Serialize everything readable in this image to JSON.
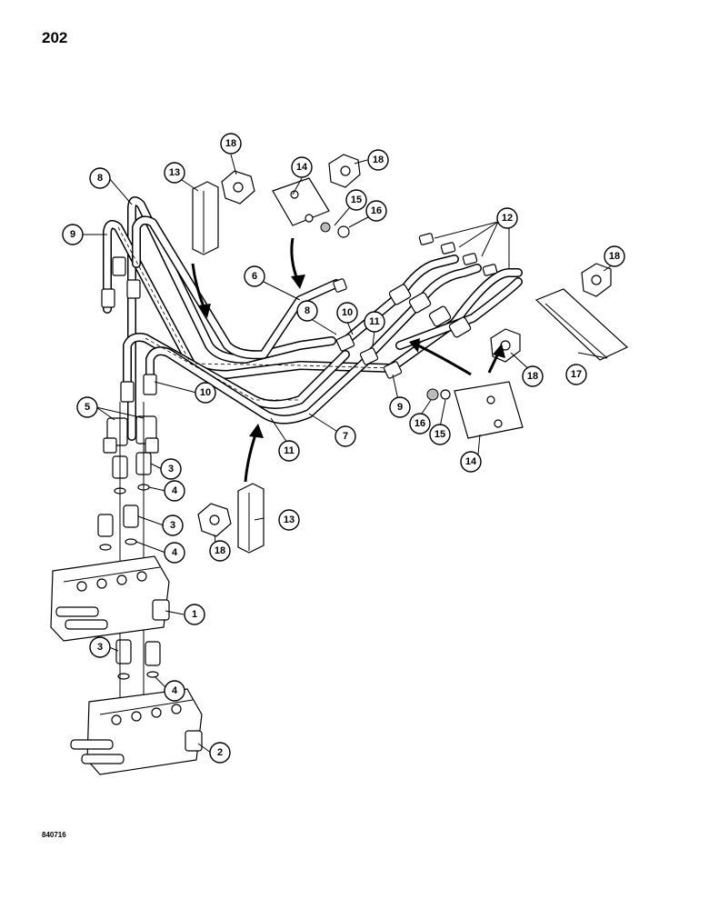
{
  "page": {
    "page_number": "202",
    "figure_code": "840716"
  },
  "callouts": [
    {
      "id": "c1",
      "label": "1"
    },
    {
      "id": "c2",
      "label": "2"
    },
    {
      "id": "c3a",
      "label": "3"
    },
    {
      "id": "c3b",
      "label": "3"
    },
    {
      "id": "c3c",
      "label": "3"
    },
    {
      "id": "c4a",
      "label": "4"
    },
    {
      "id": "c4b",
      "label": "4"
    },
    {
      "id": "c4c",
      "label": "4"
    },
    {
      "id": "c5",
      "label": "5"
    },
    {
      "id": "c6",
      "label": "6"
    },
    {
      "id": "c7",
      "label": "7"
    },
    {
      "id": "c8a",
      "label": "8"
    },
    {
      "id": "c8b",
      "label": "8"
    },
    {
      "id": "c9a",
      "label": "9"
    },
    {
      "id": "c9b",
      "label": "9"
    },
    {
      "id": "c10a",
      "label": "10"
    },
    {
      "id": "c10b",
      "label": "10"
    },
    {
      "id": "c11a",
      "label": "11"
    },
    {
      "id": "c11b",
      "label": "11"
    },
    {
      "id": "c12",
      "label": "12"
    },
    {
      "id": "c13a",
      "label": "13"
    },
    {
      "id": "c13b",
      "label": "13"
    },
    {
      "id": "c14a",
      "label": "14"
    },
    {
      "id": "c14b",
      "label": "14"
    },
    {
      "id": "c15a",
      "label": "15"
    },
    {
      "id": "c15b",
      "label": "15"
    },
    {
      "id": "c16a",
      "label": "16"
    },
    {
      "id": "c16b",
      "label": "16"
    },
    {
      "id": "c17",
      "label": "17"
    },
    {
      "id": "c18a",
      "label": "18"
    },
    {
      "id": "c18b",
      "label": "18"
    },
    {
      "id": "c18c",
      "label": "18"
    },
    {
      "id": "c18d",
      "label": "18"
    },
    {
      "id": "c18e",
      "label": "18"
    }
  ]
}
